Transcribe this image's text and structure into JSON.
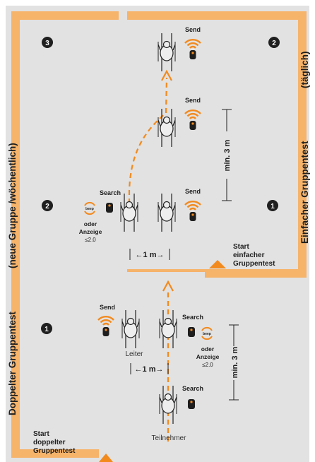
{
  "colors": {
    "background": "#e2e2e2",
    "orange": "#f28a1e",
    "orange_light": "#f6b36a",
    "dark": "#1e1e1e",
    "marker_bg": "#1f1f1f",
    "line": "#222222",
    "rider_fill": "#eeeeee"
  },
  "simple_test": {
    "label": "Einfacher Gruppentest",
    "sub_label": "(täglich)",
    "start_label": [
      "Start",
      "einfacher",
      "Gruppentest"
    ],
    "spacing_label": "←1 m→",
    "distance_label": "min. 3 m",
    "markers": [
      "3",
      "2",
      "2",
      "1"
    ],
    "send_label": "Send",
    "search_label": "Search",
    "beep_label": "beep",
    "alt_display_label": [
      "oder",
      "Anzeige",
      "≤2.0"
    ]
  },
  "double_test": {
    "label": "Doppelter Gruppentest",
    "sub_label": "(neue Gruppe /wöchentlich)",
    "start_label": [
      "Start",
      "doppelter",
      "Gruppentest"
    ],
    "spacing_label": "←1 m→",
    "distance_label": "min. 3 m",
    "marker": "1",
    "send_label": "Send",
    "search_label": "Search",
    "beep_label": "beep",
    "alt_display_label": [
      "oder",
      "Anzeige",
      "≤2.0"
    ],
    "leader_label": "Leiter",
    "participant_label": "Teilnehmer"
  }
}
